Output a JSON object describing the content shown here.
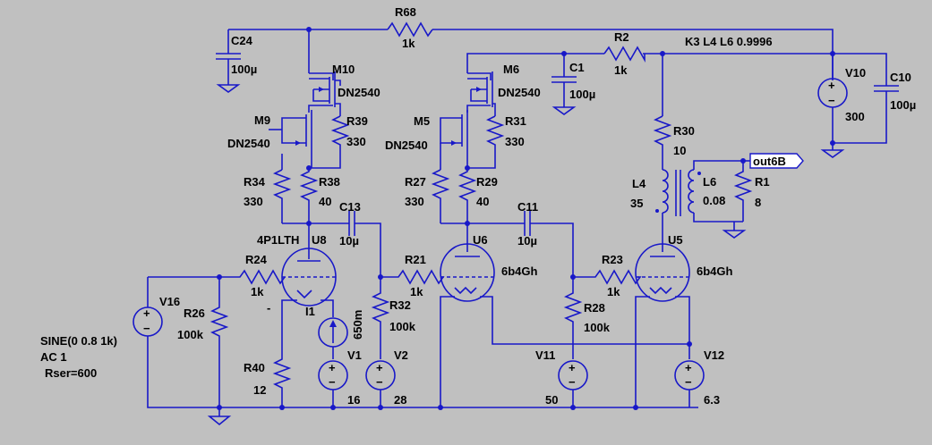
{
  "labels": {
    "r68": "R68",
    "r68v": "1k",
    "c24": "C24",
    "c24v": "100µ",
    "m10": "M10",
    "m10t": "DN2540",
    "m9": "M9",
    "m9t": "DN2540",
    "r39": "R39",
    "r39v": "330",
    "r34": "R34",
    "r34v": "330",
    "r38": "R38",
    "r38v": "40",
    "c13": "C13",
    "c13v": "10µ",
    "u8t": "4P1LTH",
    "u8": "U8",
    "r24": "R24",
    "r24v": "1k",
    "v16": "V16",
    "r26": "R26",
    "r26v": "100k",
    "sine": "SINE(0 0.8 1k)",
    "ac": "AC 1",
    "rser": "Rser=600",
    "i1": "I1",
    "i1v": "650m",
    "r40": "R40",
    "r40v": "12",
    "v1": "V1",
    "v1v": "16",
    "r32": "R32",
    "r32v": "100k",
    "v2": "V2",
    "v2v": "28",
    "m6": "M6",
    "m6t": "DN2540",
    "m5": "M5",
    "m5t": "DN2540",
    "r31": "R31",
    "r31v": "330",
    "r27": "R27",
    "r27v": "330",
    "r29": "R29",
    "r29v": "40",
    "c1": "C1",
    "c1v": "100µ",
    "r2": "R2",
    "r2v": "1k",
    "c11": "C11",
    "c11v": "10µ",
    "u6": "U6",
    "u6t": "6b4Gh",
    "r21": "R21",
    "r21v": "1k",
    "r28": "R28",
    "r28v": "100k",
    "v11": "V11",
    "v11v": "50",
    "k3": "K3 L4 L6 0.9996",
    "r30": "R30",
    "r30v": "10",
    "l4": "L4",
    "l4v": "35",
    "l6": "L6",
    "l6v": "0.08",
    "r1": "R1",
    "r1v": "8",
    "out": "out6B",
    "u5": "U5",
    "u5t": "6b4Gh",
    "r23": "R23",
    "r23v": "1k",
    "v12": "V12",
    "v12v": "6.3",
    "v10": "V10",
    "v10v": "300",
    "c10": "C10",
    "c10v": "100µ",
    "dash": "-"
  }
}
